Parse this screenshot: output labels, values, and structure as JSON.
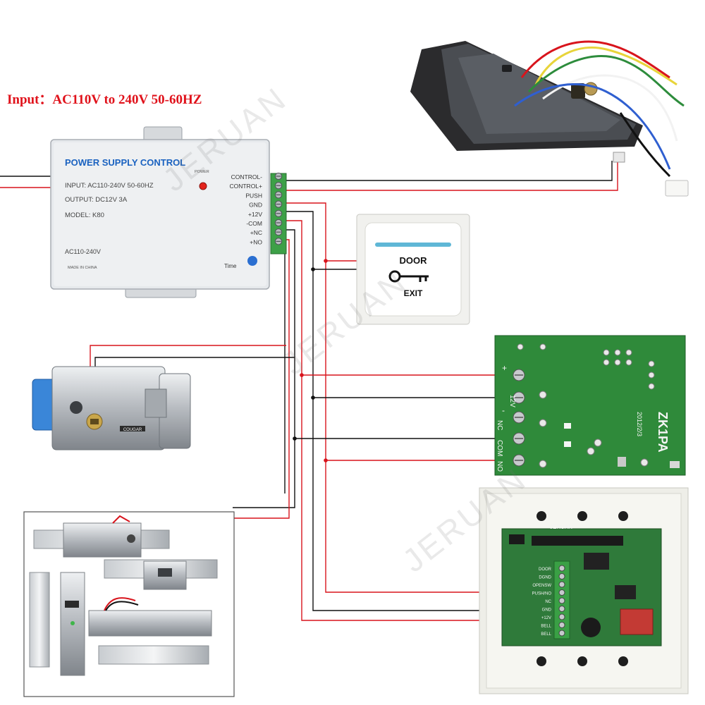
{
  "input_label": "Input：AC110V to 240V 50-60HZ",
  "watermark": "JERUAN",
  "psu": {
    "title": "POWER SUPPLY CONTROL",
    "input": "INPUT: AC110-240V  50-60HZ",
    "output": "OUTPUT: DC12V  3A",
    "model": "MODEL: K80",
    "ac": "AC110-240V",
    "made": "MADE IN CHINA",
    "power_led": "POWER",
    "time": "Time",
    "terminals": [
      "CONTROL-",
      "CONTROL+",
      "PUSH",
      "GND",
      "+12V",
      "-COM",
      "+NC",
      "+NO"
    ]
  },
  "exit_button": {
    "line1": "DOOR",
    "line2": "EXIT"
  },
  "lock": {
    "brand": "COUGAR"
  },
  "relay": {
    "model": "ZK1PA",
    "date": "2012/2/3",
    "pins": [
      "+",
      "12V",
      "-",
      "NC",
      "COM",
      "NO"
    ]
  },
  "controller": {
    "brand": "JERUAN",
    "labels": [
      "DOOR",
      "DGND",
      "OPENSW",
      "PUSH/NO",
      "NC",
      "GND",
      "+12V",
      "BELL",
      "BELL"
    ]
  },
  "colors": {
    "positive_wire": "#d8141c",
    "negative_wire": "#111111",
    "pcb": "#2f8a3a"
  }
}
